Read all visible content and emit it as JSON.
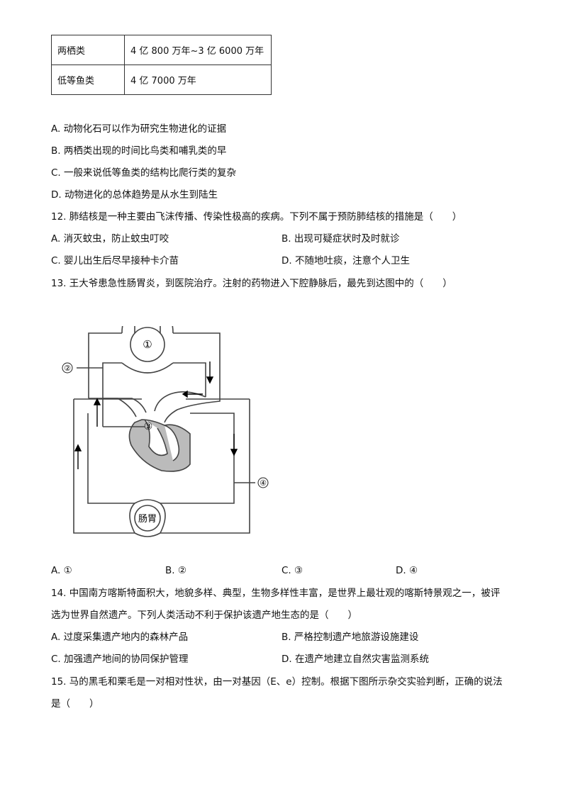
{
  "table": {
    "rows": [
      {
        "group": "两栖类",
        "time": "4 亿 800 万年~3 亿 6000 万年"
      },
      {
        "group": "低等鱼类",
        "time": "4 亿 7000 万年"
      }
    ]
  },
  "q11_options": [
    "A.  动物化石可以作为研究生物进化的证据",
    "B.  两栖类出现的时间比鸟类和哺乳类的早",
    "C.  一般来说低等鱼类的结构比爬行类的复杂",
    "D.  动物进化的总体趋势是从水生到陆生"
  ],
  "q12": {
    "stem": "12.  肺结核是一种主要由飞沫传播、传染性极高的疾病。下列不属于预防肺结核的措施是（　　）",
    "A": "A.  消灭蚊虫，防止蚊虫叮咬",
    "B": "B.  出现可疑症状时及时就诊",
    "C": "C.  婴儿出生后尽早接种卡介苗",
    "D": "D.  不随地吐痰，注意个人卫生"
  },
  "q13": {
    "stem": "13.  王大爷患急性肠胃炎，到医院治疗。注射的药物进入下腔静脉后，最先到达图中的（　　）",
    "diagram": {
      "label1": "①",
      "label2": "②",
      "label3": "③",
      "label4": "④",
      "organ": "肠胃"
    },
    "A": "A. ①",
    "B": "B. ②",
    "C": "C. ③",
    "D": "D. ④"
  },
  "q14": {
    "stem1": "14.  中国南方喀斯特面积大，地貌多样、典型，生物多样性丰富，是世界上最壮观的喀斯特景观之一，被评",
    "stem2": "选为世界自然遗产。下列人类活动不利于保护该遗产地生态的是（　　）",
    "A": "A.  过度采集遗产地内的森林产品",
    "B": "B.  严格控制遗产地旅游设施建设",
    "C": "C.  加强遗产地间的协同保护管理",
    "D": "D.  在遗产地建立自然灾害监测系统"
  },
  "q15": {
    "stem1": "15.  马的黑毛和栗毛是一对相对性状，由一对基因（E、e）控制。根据下图所示杂交实验判断，正确的说法",
    "stem2": "是（　　）"
  }
}
